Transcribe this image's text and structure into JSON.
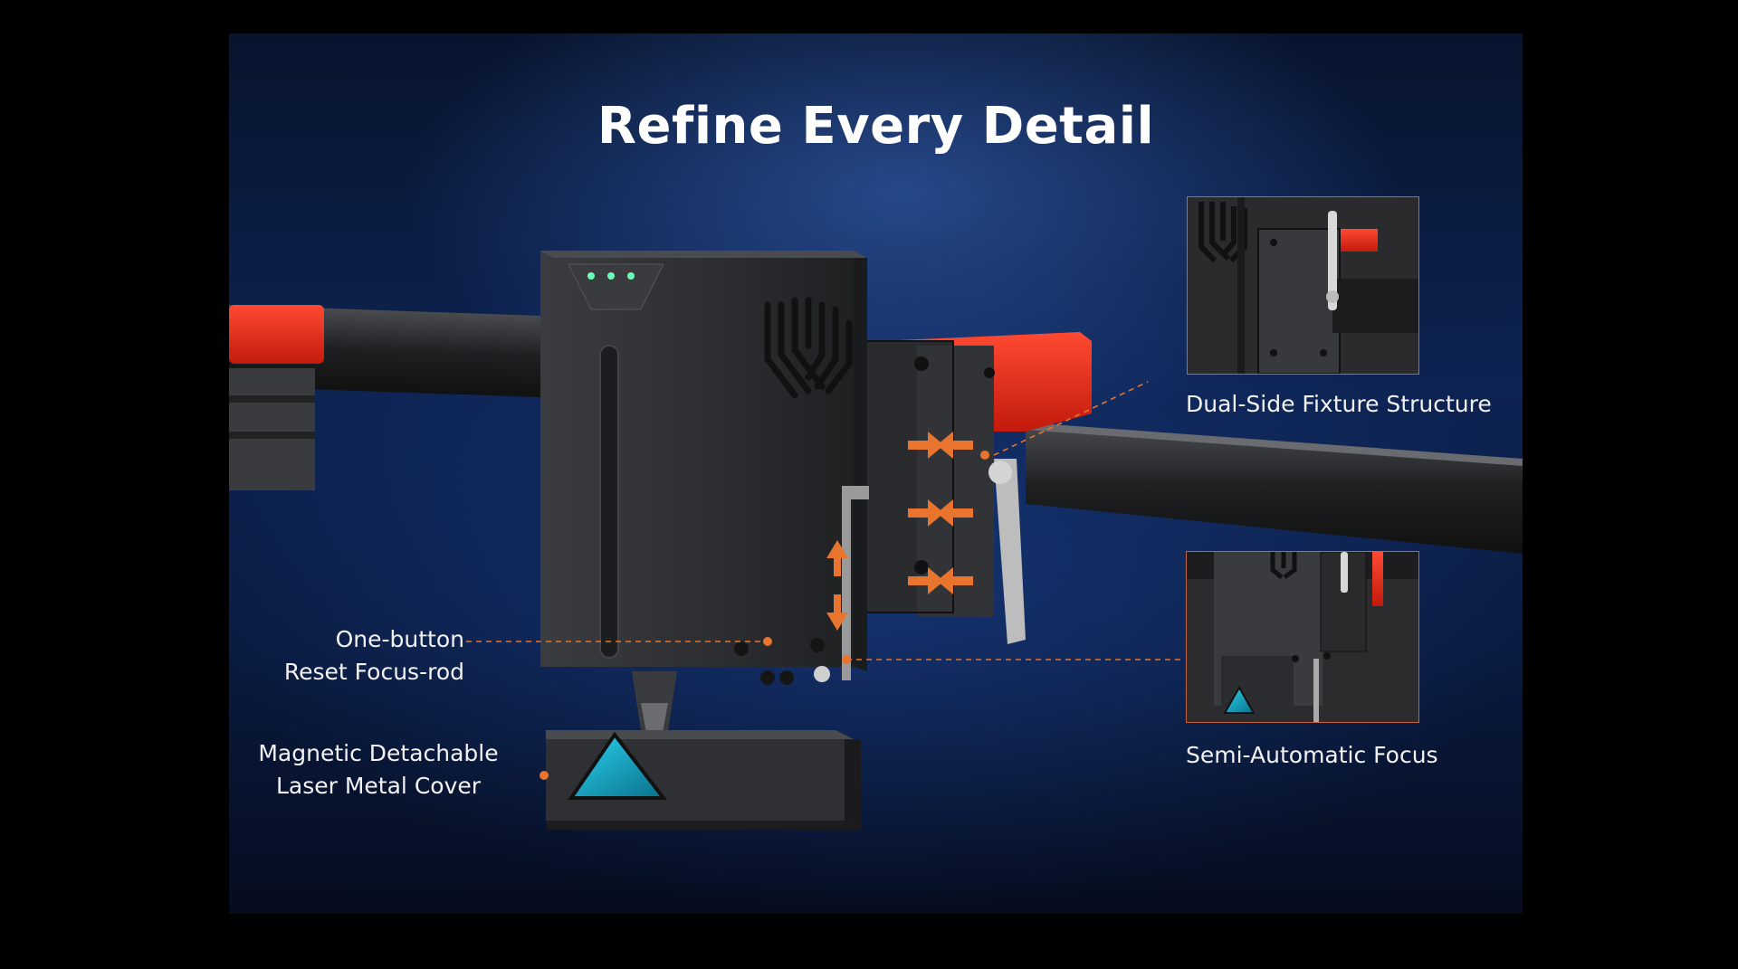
{
  "title": "Refine Every Detail",
  "callouts": {
    "reset_rod": [
      "One-button",
      "Reset Focus-rod"
    ],
    "metal_cover": [
      "Magnetic Detachable",
      "Laser Metal Cover"
    ],
    "fixture": "Dual-Side Fixture Structure",
    "focus": "Semi-Automatic Focus"
  },
  "colors": {
    "accent_orange": "#e8742e",
    "rail_red": "#e02a18",
    "module_body": "#2f3033",
    "background_blue": "#0d2352"
  }
}
